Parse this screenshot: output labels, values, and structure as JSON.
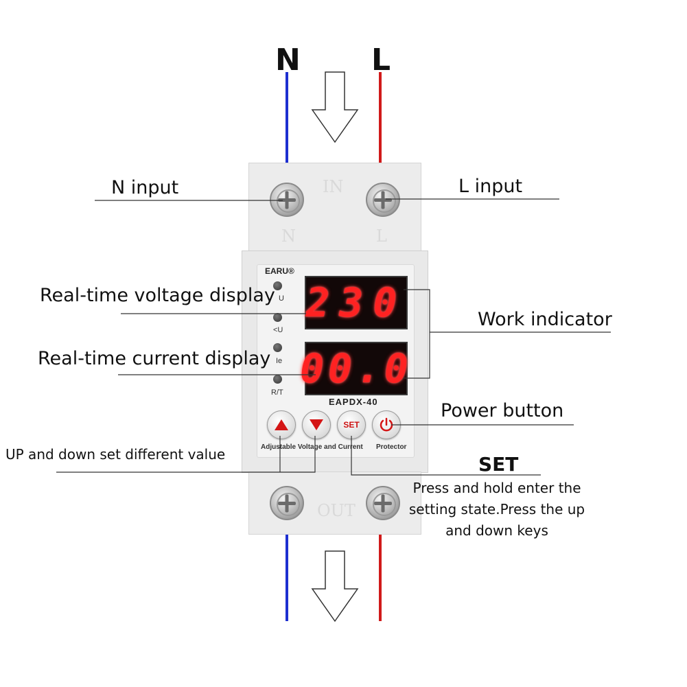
{
  "phases": {
    "neutral": "N",
    "live": "L"
  },
  "terminal_marks": {
    "top_center": "IN",
    "top_left": "N",
    "top_right": "L",
    "bottom_center": "OUT"
  },
  "device": {
    "brand": "EARU®",
    "model": "EAPDX-40",
    "led_labels": [
      "U",
      "<U",
      "Ie",
      "R/T"
    ],
    "voltage_reading": "230",
    "current_reading": "00.0",
    "button_strip_left": "Adjustable Voltage and Current",
    "button_strip_right": "Protector",
    "buttons": {
      "up": "up-arrow",
      "down": "down-arrow",
      "set": "SET",
      "power": "power-icon"
    }
  },
  "callouts": {
    "n_input": "N input",
    "l_input": "L input",
    "voltage_display": "Real-time voltage display",
    "current_display": "Real-time current display",
    "work_indicator": "Work indicator",
    "power_button": "Power button",
    "up_down": "UP and down set different value",
    "set_title": "SET",
    "set_description": "Press and hold enter the setting state.Press the up and down keys"
  },
  "colors": {
    "neutral_wire": "#1d2fd0",
    "live_wire": "#d01a1a",
    "display_red": "#ff2222",
    "device_body": "#ececec"
  }
}
